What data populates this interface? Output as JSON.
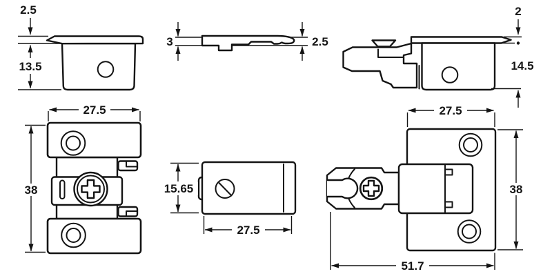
{
  "colors": {
    "line": "#141414",
    "background": "#ffffff"
  },
  "views": {
    "cup_side": {
      "flange_thickness": "2.5",
      "cup_depth": "13.5"
    },
    "cover_profile": {
      "thickness": "3",
      "edge_height": "2.5"
    },
    "latch_side": {
      "flange_thickness": "2",
      "body_height": "14.5"
    },
    "catch_front": {
      "width": "27.5",
      "height": "38"
    },
    "housing": {
      "height": "15.65",
      "width": "27.5"
    },
    "plate_front": {
      "width": "27.5",
      "height": "38",
      "overall_width": "51.7"
    }
  }
}
